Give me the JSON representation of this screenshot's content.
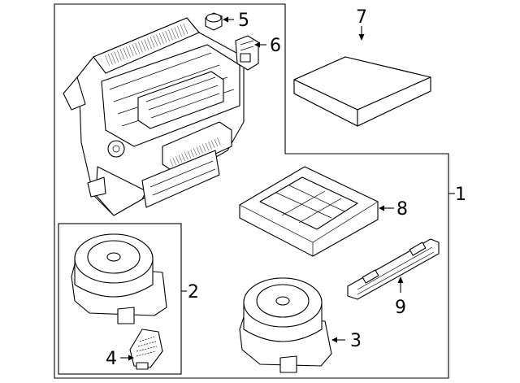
{
  "diagram": {
    "callouts": [
      {
        "id": "p1",
        "label": "1"
      },
      {
        "id": "p2",
        "label": "2"
      },
      {
        "id": "p3",
        "label": "3"
      },
      {
        "id": "p4",
        "label": "4"
      },
      {
        "id": "p5",
        "label": "5"
      },
      {
        "id": "p6",
        "label": "6"
      },
      {
        "id": "p7",
        "label": "7"
      },
      {
        "id": "p8",
        "label": "8"
      },
      {
        "id": "p9",
        "label": "9"
      }
    ]
  },
  "parts": [
    {
      "name": "hvac-housing-assembly",
      "icon": "hvac-housing-icon"
    },
    {
      "name": "blower-motor-kit",
      "icon": "blower-motor-icon"
    },
    {
      "name": "blower-motor",
      "icon": "blower-motor-icon"
    },
    {
      "name": "blower-resistor",
      "icon": "resistor-icon"
    },
    {
      "name": "actuator-small",
      "icon": "actuator-icon"
    },
    {
      "name": "mode-actuator",
      "icon": "actuator-icon"
    },
    {
      "name": "cabin-air-filter",
      "icon": "filter-icon"
    },
    {
      "name": "filter-frame",
      "icon": "filter-frame-icon"
    },
    {
      "name": "filter-cover",
      "icon": "cover-icon"
    }
  ]
}
